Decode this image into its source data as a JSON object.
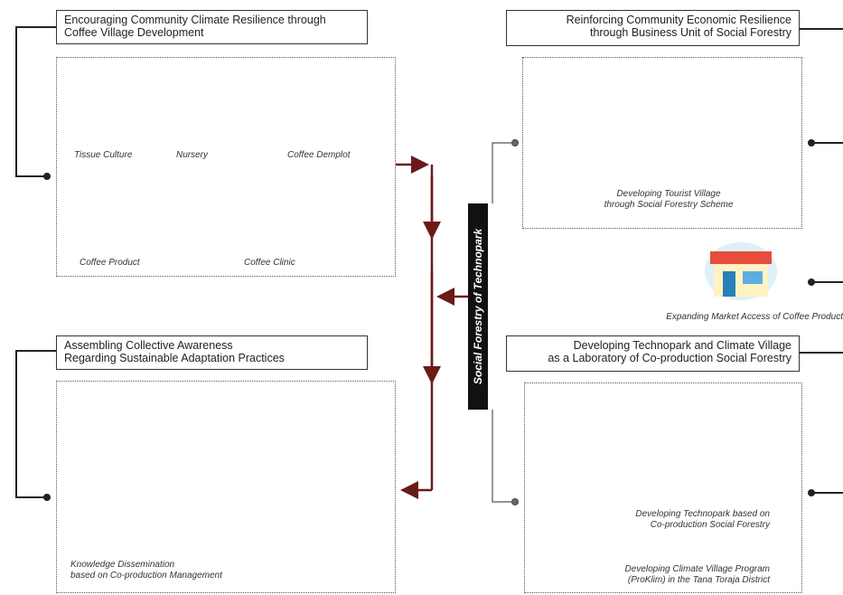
{
  "center_label": "Social Forestry of Technopark",
  "left_top": {
    "title_line1": "Encouraging Community Climate Resilience through",
    "title_line2": "Coffee Village Development",
    "items": [
      "Tissue Culture",
      "Nursery",
      "Coffee Demplot",
      "Coffee Product",
      "Coffee Clinic"
    ]
  },
  "left_bottom": {
    "title_line1": "Assembling Collective Awareness",
    "title_line2": "Regarding Sustainable Adaptation Practices",
    "caption_line1": "Knowledge Dissemination",
    "caption_line2": "based on Co-production Management"
  },
  "right_top": {
    "title_line1": "Reinforcing Community Economic Resilience",
    "title_line2": "through Business Unit of Social Forestry",
    "caption_line1": "Developing Tourist Village",
    "caption_line2": "through Social Forestry Scheme",
    "market_caption": "Expanding Market Access of Coffee Product"
  },
  "right_bottom": {
    "title_line1": "Developing Technopark and Climate Village",
    "title_line2": "as a Laboratory of Co-production Social Forestry",
    "caption1_line1": "Developing Technopark based on",
    "caption1_line2": "Co-production Social Forestry",
    "caption2_line1": "Developing Climate Village Program",
    "caption2_line2": "(ProKlim) in the Tana Toraja District"
  },
  "colors": {
    "arrow": "#6b1a1a",
    "connector": "#333333",
    "accent_green": "#4caf50"
  }
}
